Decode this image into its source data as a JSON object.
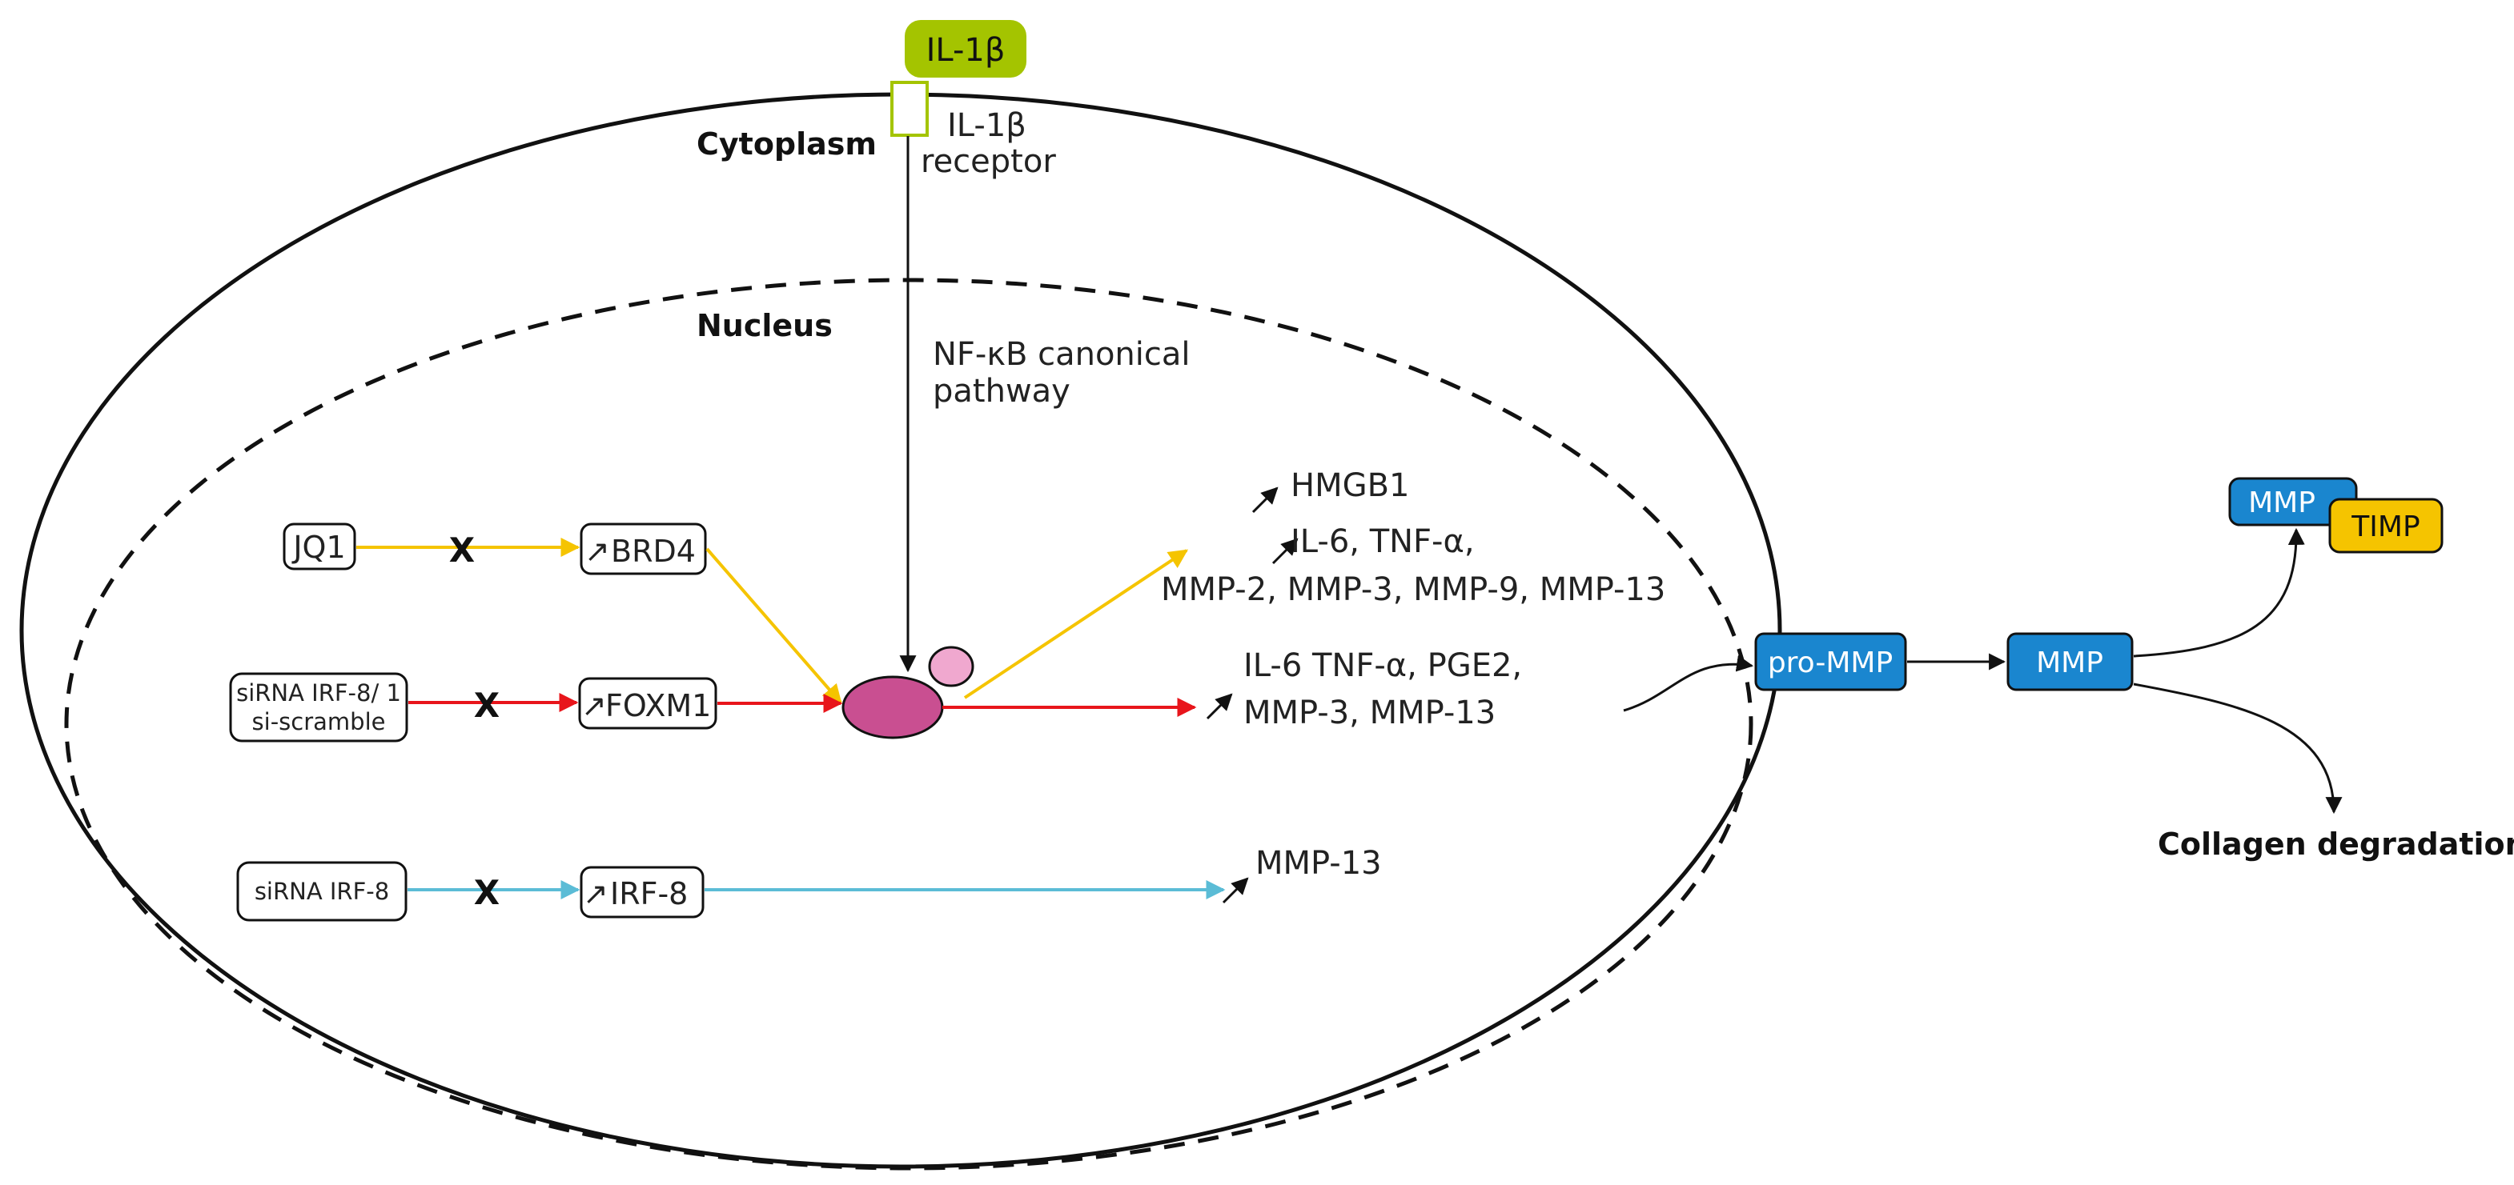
{
  "colors": {
    "ligand": "#a4c400",
    "yellow_path": "#f5c400",
    "red_path": "#e8151b",
    "blue_path": "#5bbcd6",
    "complex_main": "#c94f91",
    "complex_sub": "#f0a8cf",
    "mmp_box": "#1a86cf",
    "timp_box": "#f5c400"
  },
  "compartments": {
    "cytoplasm": "Cytoplasm",
    "nucleus": "Nucleus"
  },
  "ligand": "IL-1β",
  "receptor": {
    "line1": "IL-1β",
    "line2": "receptor"
  },
  "pathway": {
    "line1": "NF-κB canonical",
    "line2": "pathway"
  },
  "inhibitors": {
    "jq1": "JQ1",
    "sirna_foxm1_line1": "siRNA IRF-8/ 1",
    "sirna_foxm1_line2": "si-scramble",
    "sirna_irf8": "siRNA IRF-8"
  },
  "block_symbol": "X",
  "up_arrow": "↗",
  "factors": {
    "brd4": "BRD4",
    "foxm1": "FOXM1",
    "irf8": "IRF-8"
  },
  "outputs": {
    "hmgb1": "HMGB1",
    "yellow_line1": "IL-6, TNF-α,",
    "yellow_line2": "MMP-2, MMP-3, MMP-9, MMP-13",
    "red_line1": "IL-6 TNF-α, PGE2,",
    "red_line2": "MMP-3, MMP-13",
    "blue": "MMP-13"
  },
  "extracellular": {
    "pro_mmp": "pro-MMP",
    "mmp": "MMP",
    "complex_mmp": "MMP",
    "timp": "TIMP",
    "collagen": "Collagen degradation"
  }
}
